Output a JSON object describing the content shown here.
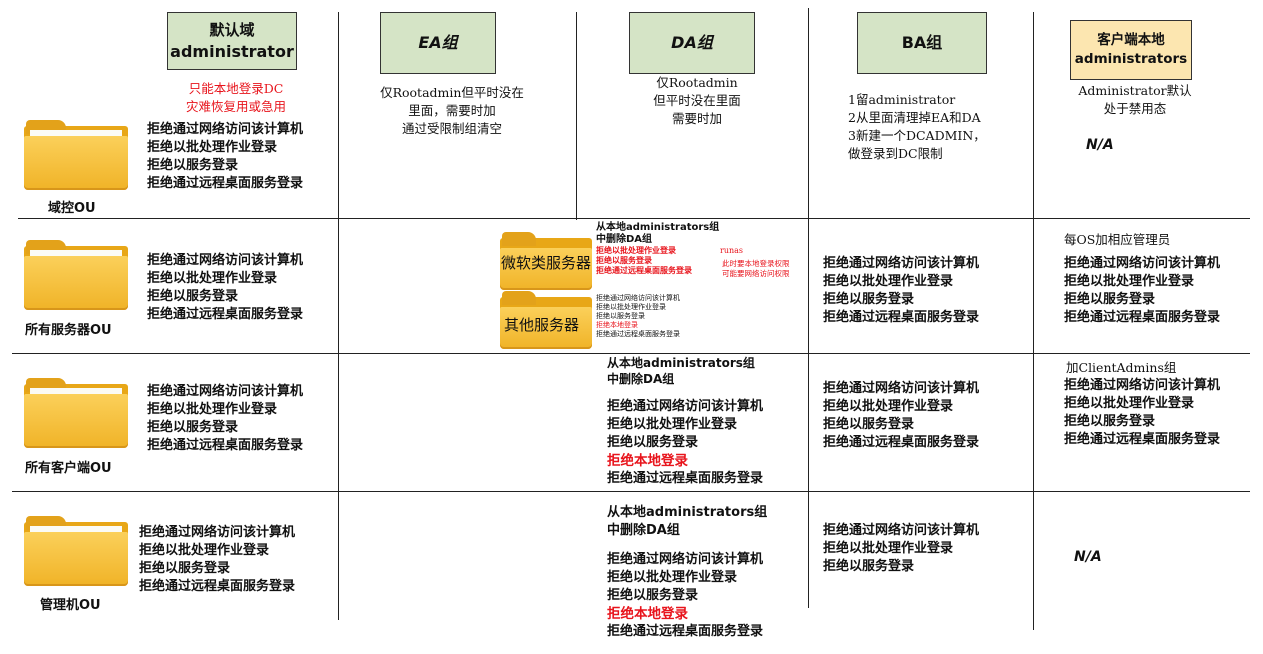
{
  "headers": {
    "default": [
      "默认域",
      "administrator"
    ],
    "ea": "EA组",
    "da": "DA组",
    "ba": "BA组",
    "client": [
      "客户端本地",
      "administrators"
    ]
  },
  "notes": {
    "default_red": [
      "只能本地登录DC",
      "灾难恢复用或急用"
    ],
    "ea": [
      "仅Rootadmin但平时没在",
      "里面，需要时加",
      "通过受限制组清空"
    ],
    "da": [
      "仅Rootadmin",
      "但平时没在里面",
      "需要时加"
    ],
    "ba": [
      "1留administrator",
      "2从里面清理掉EA和DA",
      "3新建一个DCADMIN，",
      "做登录到DC限制"
    ],
    "client": [
      "Administrator默认",
      "处于禁用态"
    ],
    "client_na": "N/A",
    "client_servers": "每OS加相应管理员",
    "client_clients": "加ClientAdmins组",
    "mgmt_na": "N/A"
  },
  "ou_labels": {
    "dc": "域控OU",
    "servers": "所有服务器OU",
    "clients": "所有客户端OU",
    "mgmt": "管理机OU",
    "ms_servers": "微软类服务器",
    "other_servers": "其他服务器"
  },
  "policy_full": [
    "拒绝通过网络访问该计算机",
    "拒绝以批处理作业登录",
    "拒绝以服务登录",
    "拒绝通过远程桌面服务登录"
  ],
  "policy_three": [
    "拒绝通过网络访问该计算机",
    "拒绝以批处理作业登录",
    "拒绝以服务登录"
  ],
  "remove_da": [
    "从本地administrators组",
    "中删除DA组"
  ],
  "da_with_local": {
    "p1": "拒绝通过网络访问该计算机",
    "p2": "拒绝以批处理作业登录",
    "p3": "拒绝以服务登录",
    "p4": "拒绝本地登录",
    "p5": "拒绝通过远程桌面服务登录"
  },
  "ms_small": {
    "title1": "从本地administrators组",
    "title2": "中删除DA组",
    "r1": "拒绝以批处理作业登录",
    "r2": "拒绝以服务登录",
    "r3": "拒绝通过远程桌面服务登录",
    "runas": "runas",
    "side1": "此时要本地登录权限",
    "side2": "可能要网络访问权限"
  },
  "other_small": {
    "l1": "拒绝通过网络访问该计算机",
    "l2": "拒绝以批处理作业登录",
    "l3": "拒绝以服务登录",
    "l4": "拒绝本地登录",
    "l5": "拒绝通过远程桌面服务登录"
  },
  "colors": {
    "green_header": "#d5e4c6",
    "yellow_header": "#fce6b0",
    "red_text": "#e8141c",
    "folder": "#f0b327"
  }
}
